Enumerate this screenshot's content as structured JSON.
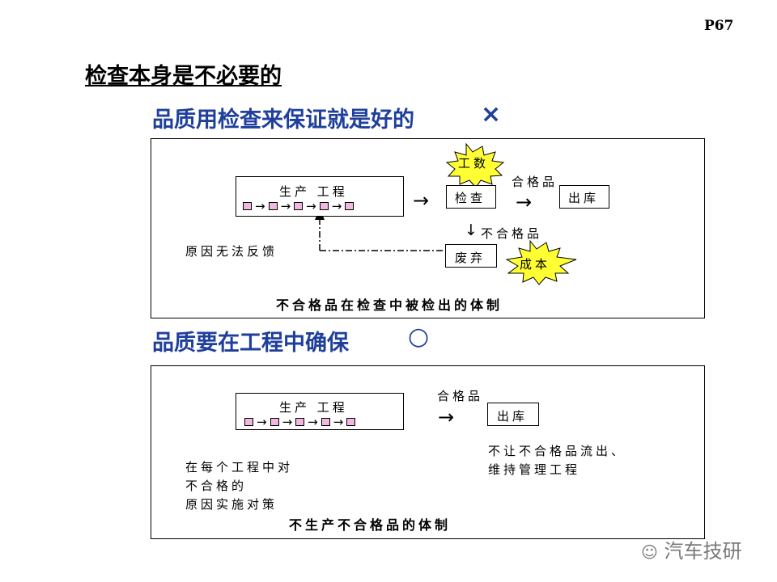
{
  "page_number": "P67",
  "title_part1": "检查",
  "title_part2": "本身是不必要的",
  "bad_heading": "品质用检查来保证就是好的",
  "bad_mark": "×",
  "good_heading": "品质要在工程中确保",
  "good_mark": "○",
  "top_panel": {
    "process_label": "生产  工程",
    "inspect_label": "检查",
    "pass_label": "合格品",
    "ship_label": "出库",
    "fail_label": "不合格品",
    "scrap_label": "废弃",
    "labor_burst": "工数",
    "cost_burst": "成本",
    "feedback_note": "原因无法反馈",
    "caption": "不合格品在检查中被检出的体制"
  },
  "bottom_panel": {
    "process_label": "生产  工程",
    "pass_label": "合格品",
    "ship_label": "出库",
    "note_lines": [
      "在每个工程中对",
      "不合格的",
      "原因实施对策"
    ],
    "right_note_lines": [
      "不让不合格品流出、",
      "维持管理工程"
    ],
    "caption": "不生产不合格品的体制"
  },
  "watermark": "汽车技研",
  "colors": {
    "heading": "#1f3f9c",
    "square_fill": "#f0b8e0",
    "burst_fill": "#ffff33"
  }
}
